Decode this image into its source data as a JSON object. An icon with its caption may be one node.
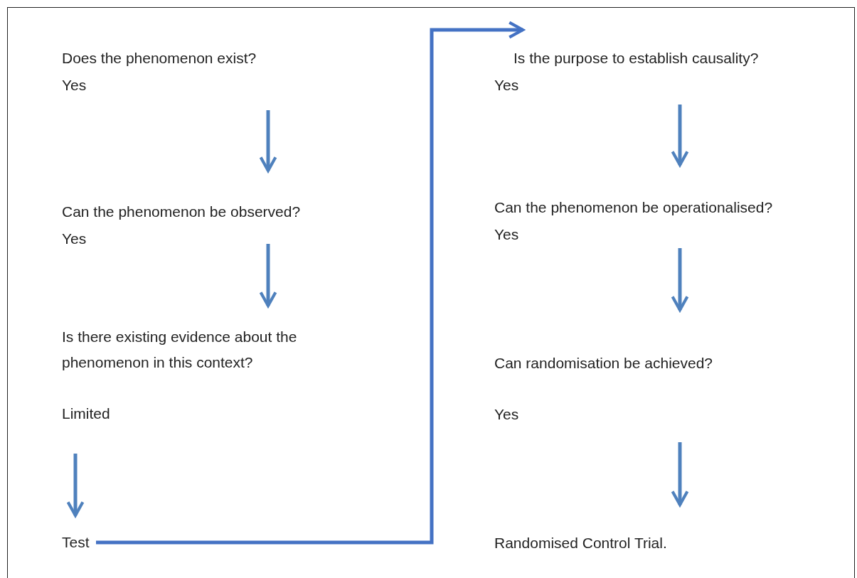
{
  "diagram": {
    "nodes": [
      {
        "text": [
          "Does the phenomenon exist?",
          "Yes"
        ]
      },
      {
        "text": [
          "Can the phenomenon be observed?",
          "Yes"
        ]
      },
      {
        "text": [
          "Is there existing evidence about the phenomenon in this context?",
          "Limited"
        ]
      },
      {
        "text": [
          "Test"
        ]
      },
      {
        "text": [
          "Is the purpose to establish causality?",
          "Yes"
        ]
      },
      {
        "text": [
          "Can the phenomenon be operationalised?",
          "Yes"
        ]
      },
      {
        "text": [
          "Can randomisation be achieved?",
          "Yes"
        ]
      },
      {
        "text": [
          "Randomised Control Trial."
        ]
      }
    ],
    "edges": [
      {
        "from": 0,
        "to": 1,
        "arrow": "to"
      },
      {
        "from": 1,
        "to": 2,
        "arrow": "to"
      },
      {
        "from": 2,
        "to": 3,
        "arrow": "to"
      },
      {
        "from": 3,
        "to": 4,
        "arrow": "to",
        "color": "#4472c4"
      },
      {
        "from": 4,
        "to": 5,
        "arrow": "to"
      },
      {
        "from": 5,
        "to": 6,
        "arrow": "to"
      },
      {
        "from": 6,
        "to": 7,
        "arrow": "to"
      }
    ]
  }
}
